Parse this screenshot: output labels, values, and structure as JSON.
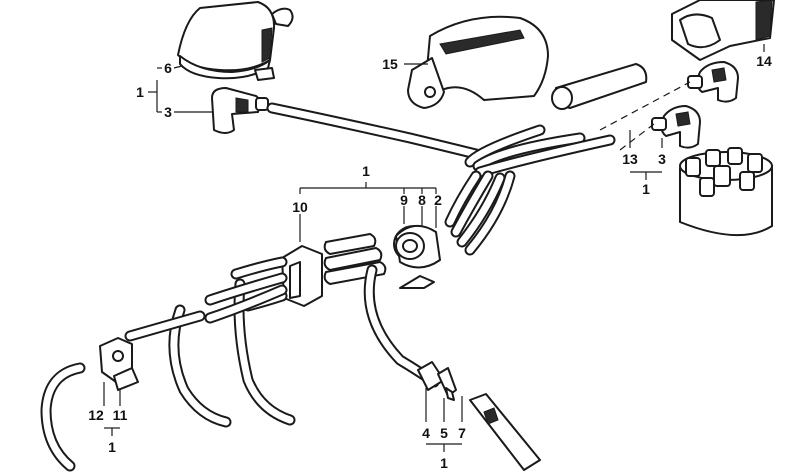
{
  "callouts": {
    "c1_top": "1",
    "c6": "6",
    "c3_left": "3",
    "c15": "15",
    "c14": "14",
    "c13": "13",
    "c3_right": "3",
    "c1_right": "1",
    "c1_center": "1",
    "c9": "9",
    "c8": "8",
    "c2": "2",
    "c10": "10",
    "c12": "12",
    "c11": "11",
    "c1_bottom_left": "1",
    "c4": "4",
    "c5": "5",
    "c7": "7",
    "c1_bottom": "1"
  }
}
